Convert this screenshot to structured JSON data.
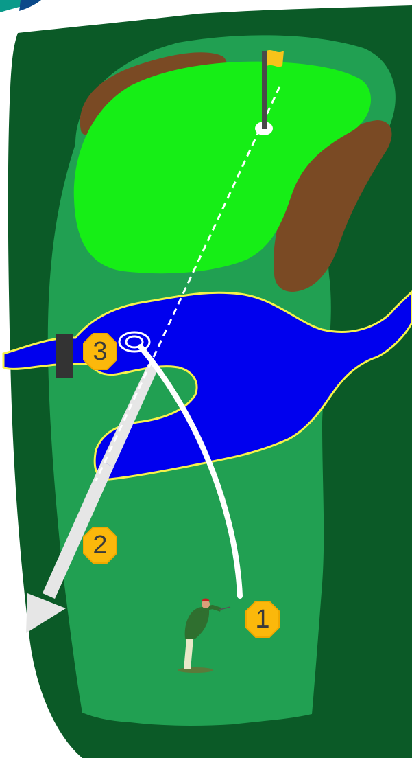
{
  "diagram": {
    "markers": [
      {
        "id": "marker-1",
        "label": "1"
      },
      {
        "id": "marker-2",
        "label": "2"
      },
      {
        "id": "marker-3",
        "label": "3"
      }
    ],
    "colors": {
      "rough": "#0b5a27",
      "fairway": "#21a052",
      "green": "#16ee16",
      "bunker": "#7a4a24",
      "water": "#0000ee",
      "water_edge": "#f6f24a",
      "marker": "#fbb80b",
      "flag": "#f7c31a",
      "shot_line": "#ffffff",
      "drop_arrow": "#e6e6e6",
      "hazard_stake": "#333333"
    },
    "icons": [
      "flag-icon",
      "golfer-icon",
      "ball-target-icon",
      "hazard-marker-icon"
    ]
  }
}
